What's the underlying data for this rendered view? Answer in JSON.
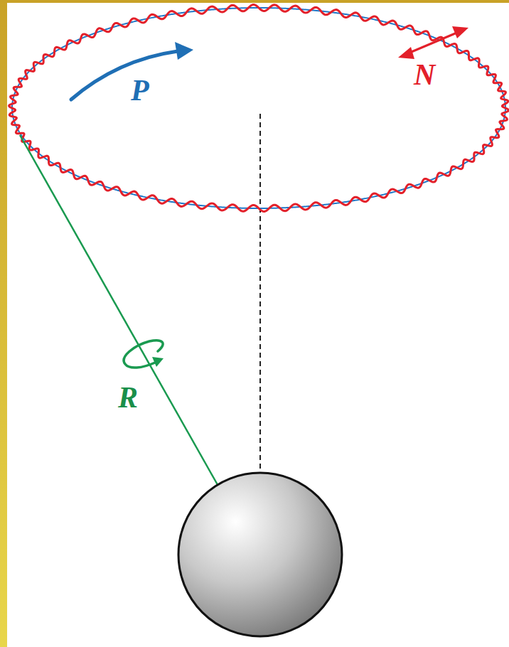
{
  "diagram": {
    "labels": [
      "P",
      "N",
      "R"
    ]
  }
}
